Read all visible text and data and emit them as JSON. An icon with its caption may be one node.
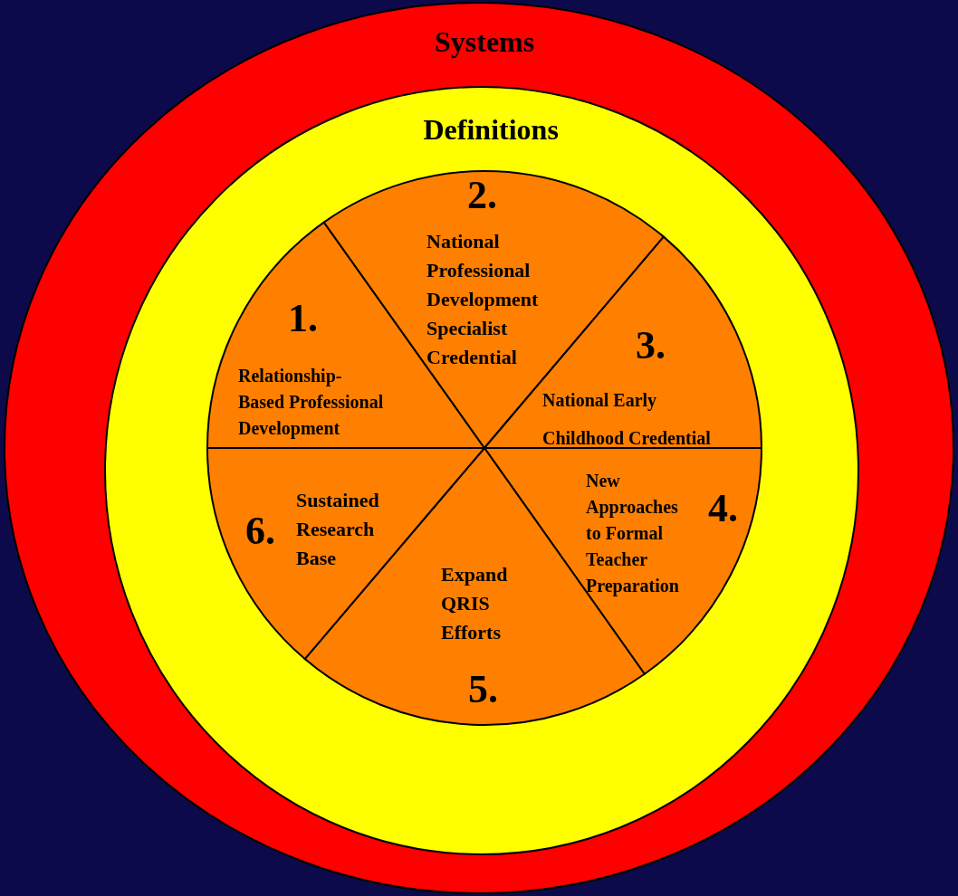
{
  "diagram": {
    "nodes": [
      {
        "text": [
          "Systems"
        ]
      },
      {
        "text": [
          "Definitions"
        ],
        "in": 0
      },
      {
        "text": [],
        "shape": "circle",
        "in": 1
      },
      {
        "text": [
          "1.",
          "Relationship-Based Professional Development"
        ],
        "in": 2
      },
      {
        "text": [
          "2.",
          "National Professional Development Specialist Credential"
        ],
        "in": 2
      },
      {
        "text": [
          "3.",
          "National Early Childhood Credential"
        ],
        "in": 2
      },
      {
        "text": [
          "New Approaches to Formal Teacher Preparation",
          "4."
        ],
        "in": 2
      },
      {
        "text": [
          "Expand QRIS Efforts",
          "5."
        ],
        "in": 2
      },
      {
        "text": [
          "6.",
          "Sustained Research Base"
        ],
        "in": 2
      }
    ]
  }
}
